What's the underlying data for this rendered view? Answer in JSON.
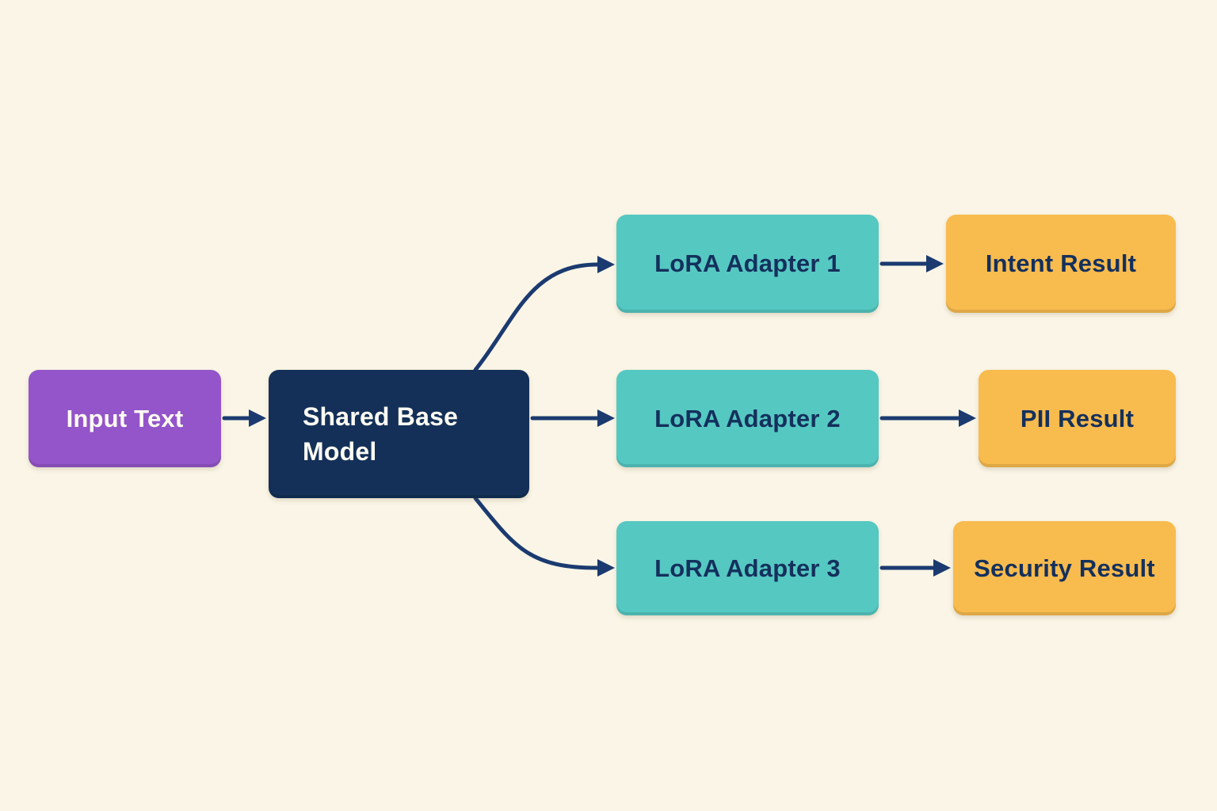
{
  "diagram": {
    "colors": {
      "background": "#faf5e6",
      "purple": "#9355c9",
      "navy": "#143058",
      "teal": "#55c8c2",
      "yellow": "#f8bb4e",
      "arrow": "#1b3a70",
      "text_light": "#fdfbf2",
      "text_dark": "#14305c"
    },
    "nodes": {
      "input": {
        "label": "Input Text"
      },
      "base": {
        "label": "Shared Base Model"
      },
      "adapter1": {
        "label": "LoRA Adapter 1"
      },
      "adapter2": {
        "label": "LoRA Adapter 2"
      },
      "adapter3": {
        "label": "LoRA Adapter 3"
      },
      "result1": {
        "label": "Intent Result"
      },
      "result2": {
        "label": "PII Result"
      },
      "result3": {
        "label": "Security Result"
      }
    },
    "edges": [
      {
        "from": "Input Text",
        "to": "Shared Base Model"
      },
      {
        "from": "Shared Base Model",
        "to": "LoRA Adapter 1"
      },
      {
        "from": "Shared Base Model",
        "to": "LoRA Adapter 2"
      },
      {
        "from": "Shared Base Model",
        "to": "LoRA Adapter 3"
      },
      {
        "from": "LoRA Adapter 1",
        "to": "Intent Result"
      },
      {
        "from": "LoRA Adapter 2",
        "to": "PII Result"
      },
      {
        "from": "LoRA Adapter 3",
        "to": "Security Result"
      }
    ]
  }
}
